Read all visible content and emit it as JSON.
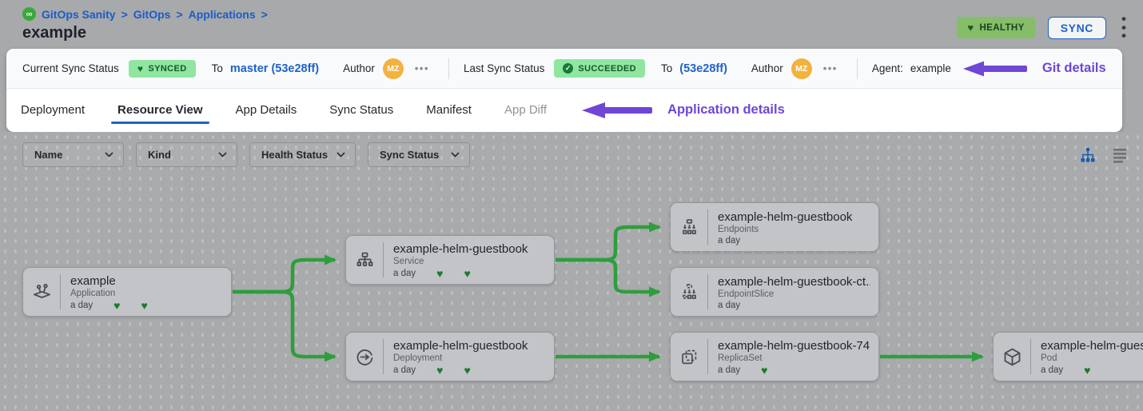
{
  "colors": {
    "accent_blue": "#1e62c9",
    "annotation_purple": "#6f46d6",
    "badge_green_bg": "#8fe6a0",
    "badge_green_text": "#14572a",
    "healthy_badge_bg": "#85bd68",
    "edge_green": "#2f9d3c",
    "heart_green": "#1d7a2e",
    "avatar_orange": "#f2b23e"
  },
  "header": {
    "breadcrumb": [
      {
        "label": "GitOps Sanity"
      },
      {
        "label": "GitOps"
      },
      {
        "label": "Applications"
      }
    ],
    "breadcrumb_separator": ">",
    "logo_glyph": "∞",
    "title": "example",
    "health_badge": {
      "label": "HEALTHY"
    },
    "sync_button": "SYNC",
    "kebab_glyph": "⋮"
  },
  "status_bar": {
    "current_sync": {
      "label": "Current Sync Status",
      "badge": "SYNCED",
      "to": "To",
      "commit": "master (53e28ff)",
      "author": "Author",
      "avatar_initials": "MZ",
      "more": "•••"
    },
    "last_sync": {
      "label": "Last Sync Status",
      "badge": "SUCCEEDED",
      "check": "✓",
      "to": "To",
      "commit": "(53e28ff)",
      "author": "Author",
      "avatar_initials": "MZ",
      "more": "•••"
    },
    "agent_label": "Agent:",
    "agent_value": "example",
    "annotation": "Git details"
  },
  "tabs": {
    "items": [
      {
        "label": "Deployment"
      },
      {
        "label": "Resource View"
      },
      {
        "label": "App Details"
      },
      {
        "label": "Sync Status"
      },
      {
        "label": "Manifest"
      },
      {
        "label": "App Diff"
      }
    ],
    "annotation": "Application details"
  },
  "toolbar": {
    "filters": [
      {
        "label": "Name"
      },
      {
        "label": "Kind"
      },
      {
        "label": "Health Status"
      },
      {
        "label": "Sync Status"
      }
    ]
  },
  "graph": {
    "nodes": [
      {
        "title": "example",
        "kind": "Application",
        "age": "a day",
        "hearts": 2
      },
      {
        "title": "example-helm-guestbook",
        "kind": "Service",
        "age": "a day",
        "hearts": 2
      },
      {
        "title": "example-helm-guestbook",
        "kind": "Deployment",
        "age": "a day",
        "hearts": 2
      },
      {
        "title": "example-helm-guestbook",
        "kind": "Endpoints",
        "age": "a day",
        "hearts": 0
      },
      {
        "title": "example-helm-guestbook-ct...",
        "kind": "EndpointSlice",
        "age": "a day",
        "hearts": 0
      },
      {
        "title": "example-helm-guestbook-74...",
        "kind": "ReplicaSet",
        "age": "a day",
        "hearts": 1
      },
      {
        "title": "example-helm-guest",
        "kind": "Pod",
        "age": "a day",
        "hearts": 1
      }
    ]
  }
}
